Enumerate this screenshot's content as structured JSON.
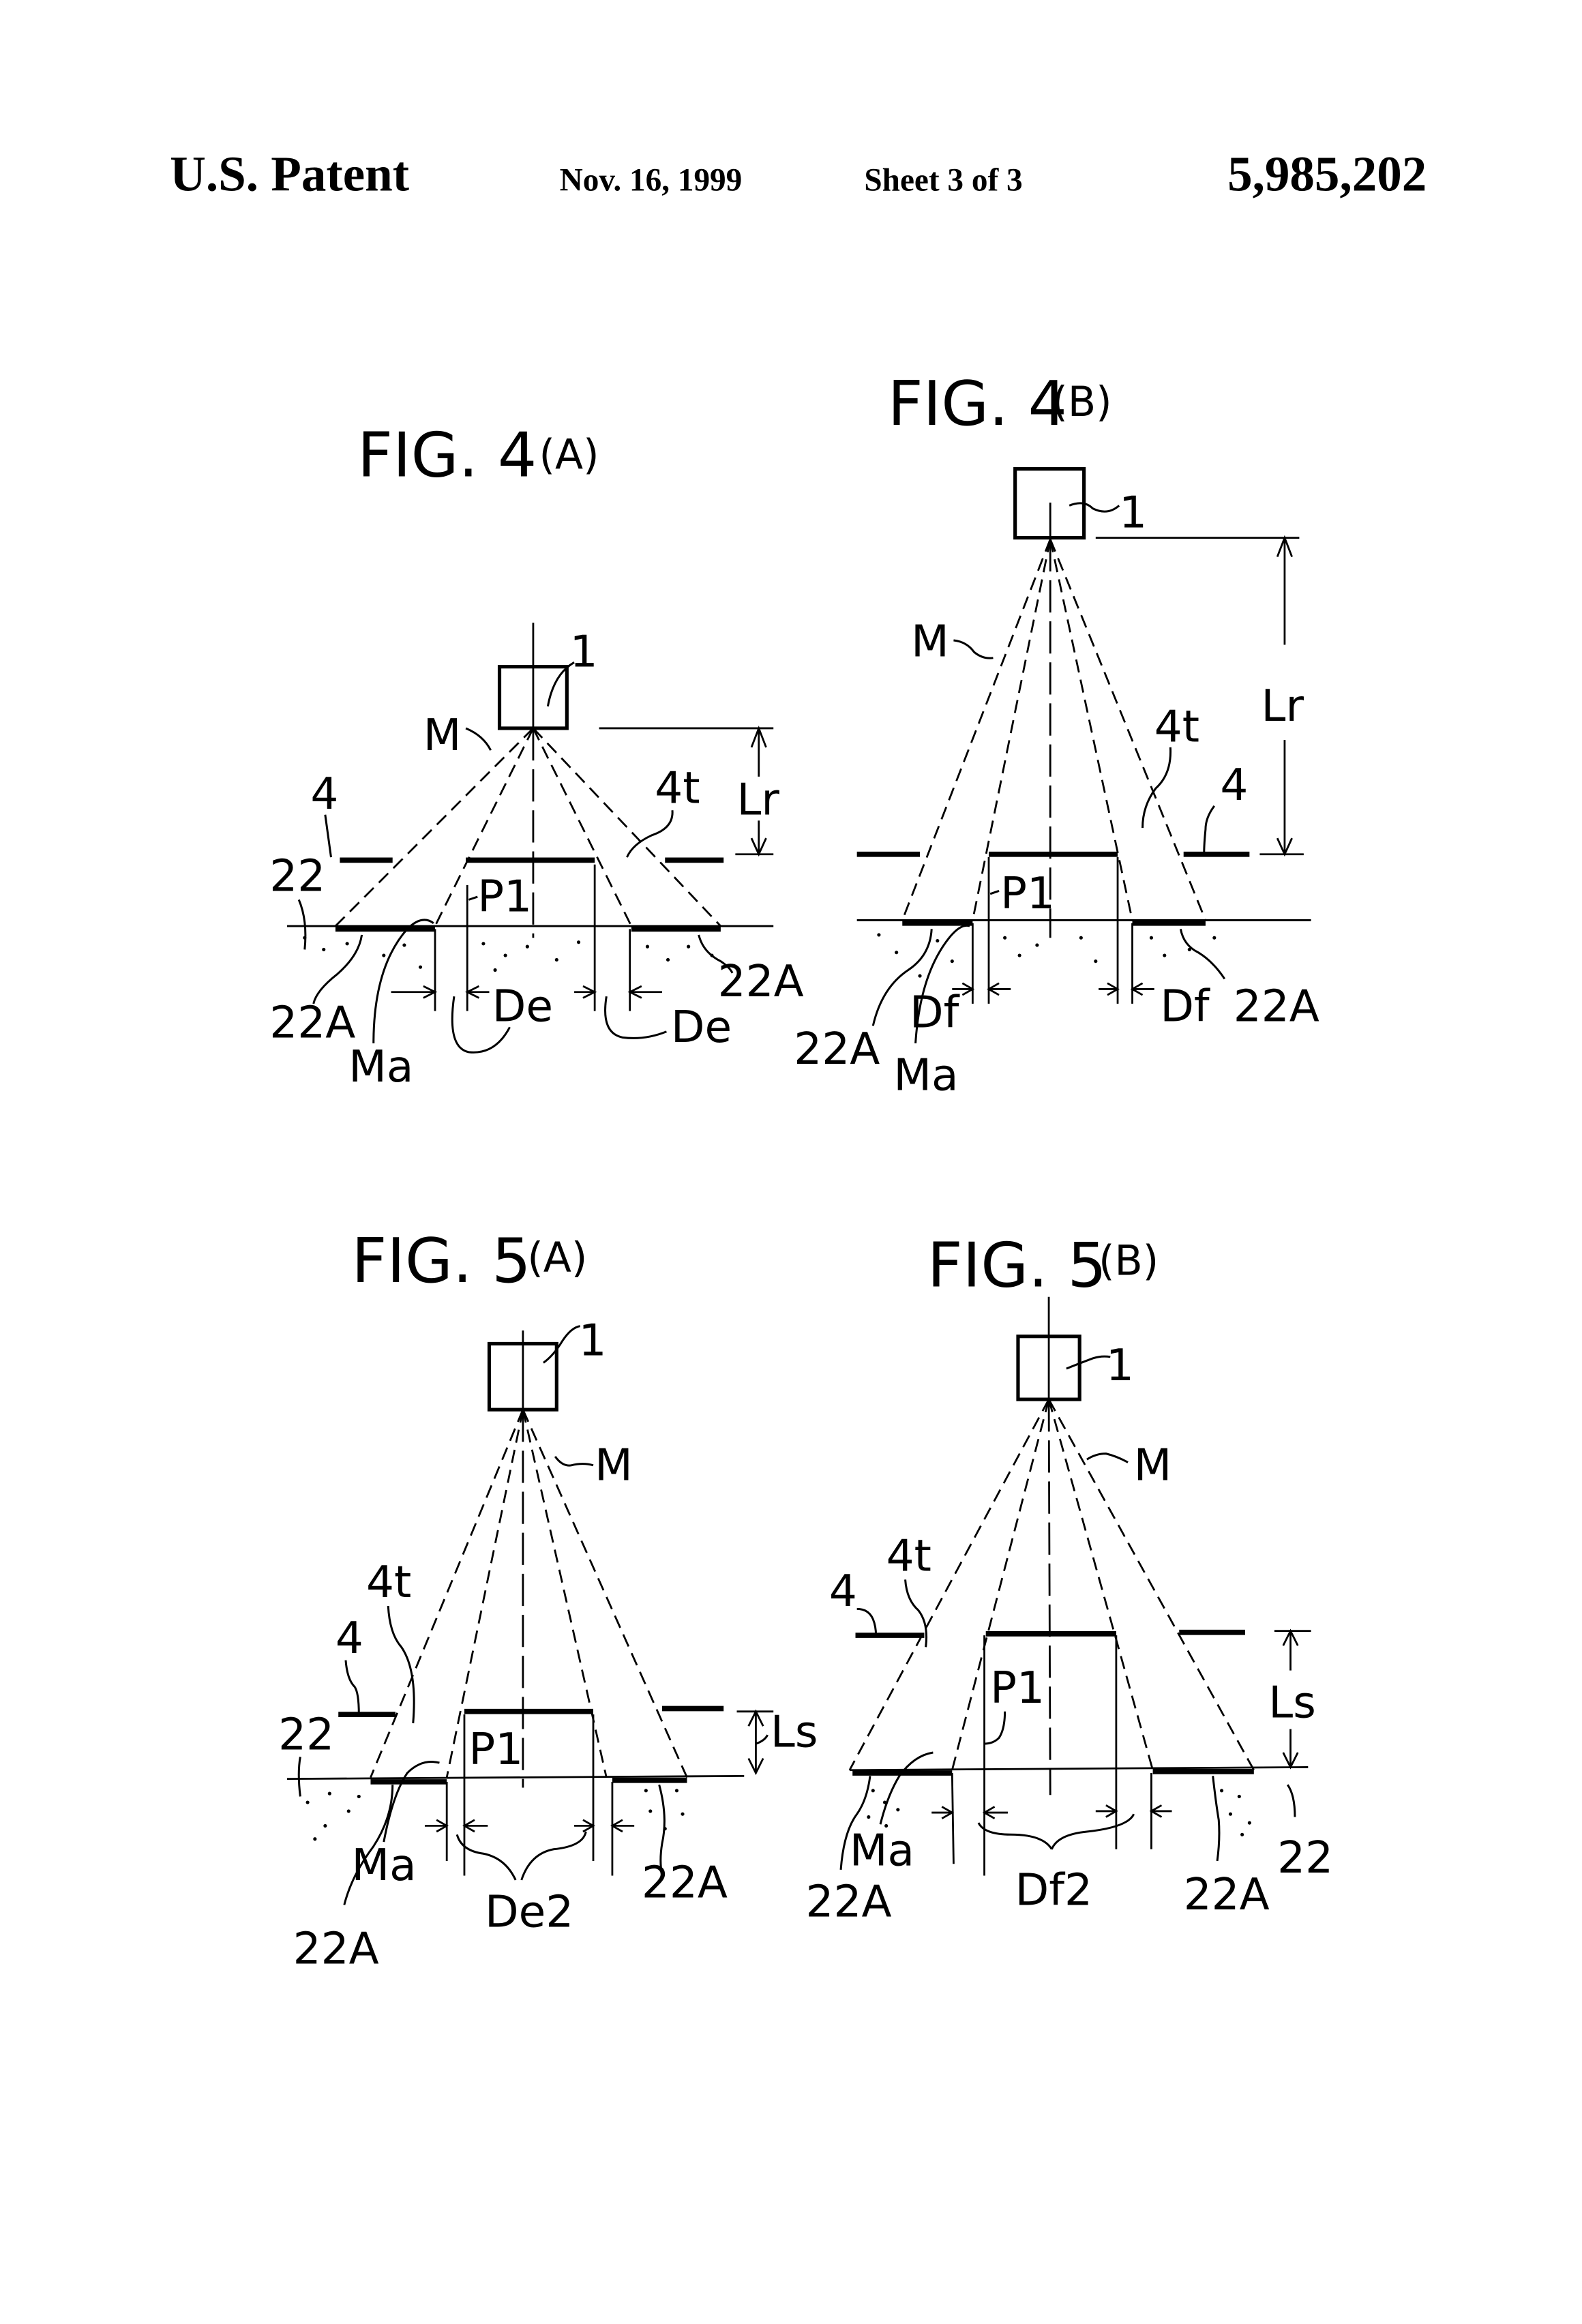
{
  "header": {
    "left": "U.S. Patent",
    "date": "Nov. 16, 1999",
    "sheet": "Sheet 3 of 3",
    "patent_number": "5,985,202"
  },
  "figures": [
    {
      "id": "fig4a",
      "title": "FIG. 4",
      "suffix": "(A)",
      "labels": {
        "unit": "1",
        "beam": "M",
        "sheet": "4",
        "aperture": "4t",
        "distance": "Lr",
        "substrate": "22",
        "pattern": "P1",
        "edge_left": "22A",
        "edge_right": "22A",
        "margin": "Ma",
        "gap_left": "De",
        "gap_right": "De"
      }
    },
    {
      "id": "fig4b",
      "title": "FIG. 4",
      "suffix": "(B)",
      "labels": {
        "unit": "1",
        "beam": "M",
        "sheet": "4",
        "aperture": "4t",
        "distance": "Lr",
        "pattern": "P1",
        "edge_left": "22A",
        "edge_right": "22A",
        "margin": "Ma",
        "gap_left": "Df",
        "gap_right": "Df"
      }
    },
    {
      "id": "fig5a",
      "title": "FIG. 5",
      "suffix": "(A)",
      "labels": {
        "unit": "1",
        "beam": "M",
        "sheet": "4",
        "aperture": "4t",
        "distance": "Ls",
        "substrate": "22",
        "pattern": "P1",
        "edge_left": "22A",
        "edge_right": "22A",
        "margin": "Ma",
        "gap": "De2"
      }
    },
    {
      "id": "fig5b",
      "title": "FIG. 5",
      "suffix": "(B)",
      "labels": {
        "unit": "1",
        "beam": "M",
        "sheet": "4",
        "aperture": "4t",
        "distance": "Ls",
        "substrate": "22",
        "pattern": "P1",
        "edge_left": "22A",
        "edge_right": "22A",
        "margin": "Ma",
        "gap": "Df2"
      }
    }
  ]
}
